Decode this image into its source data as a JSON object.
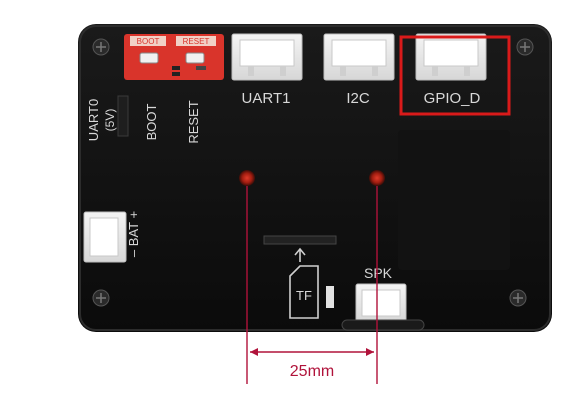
{
  "board": {
    "connectors": {
      "uart1": "UART1",
      "i2c": "I2C",
      "gpio_d": "GPIO_D",
      "spk": "SPK",
      "bat": "– BAT +"
    },
    "side_labels": {
      "uart0_line1": "UART0",
      "uart0_line2": "(5V)",
      "boot": "BOOT",
      "reset": "RESET"
    },
    "pcb_labels": {
      "boot": "BOOT",
      "reset": "RESET"
    },
    "tf_label": "TF"
  },
  "annotation": {
    "dimension": "25mm",
    "color": "#b0123a",
    "highlight_color": "#d91a1a"
  }
}
